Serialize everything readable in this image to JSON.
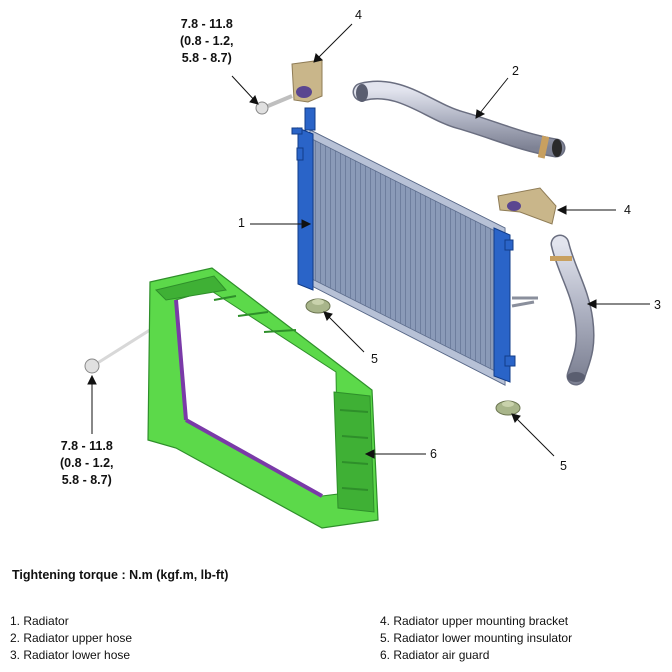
{
  "torque_top": {
    "line1": "7.8 - 11.8",
    "line2": "(0.8 - 1.2,",
    "line3": "5.8 - 8.7)"
  },
  "torque_bottom": {
    "line1": "7.8 - 11.8",
    "line2": "(0.8 - 1.2,",
    "line3": "5.8 - 8.7)"
  },
  "callouts": {
    "radiator": "1",
    "upper_hose": "2",
    "lower_hose": "3",
    "bracket_top": "4",
    "bracket_right": "4",
    "insulator_upper": "5",
    "insulator_lower": "5",
    "air_guard": "6"
  },
  "heading": "Tightening torque : N.m (kgf.m, lb-ft)",
  "legend": [
    "1. Radiator",
    "2. Radiator upper hose",
    "3. Radiator lower hose",
    "4. Radiator upper mounting bracket",
    "5. Radiator lower mounting insulator",
    "6. Radiator air guard"
  ],
  "colors": {
    "radiator_core": "#8a9ab8",
    "radiator_tank": "#2a64c8",
    "air_guard": "#5cd94a",
    "air_guard_dark": "#2e8f2a",
    "seal": "#7a3aa8",
    "hose": "#b8bcc8",
    "bracket": "#c9b68a",
    "insulator": "#a8b58a"
  }
}
